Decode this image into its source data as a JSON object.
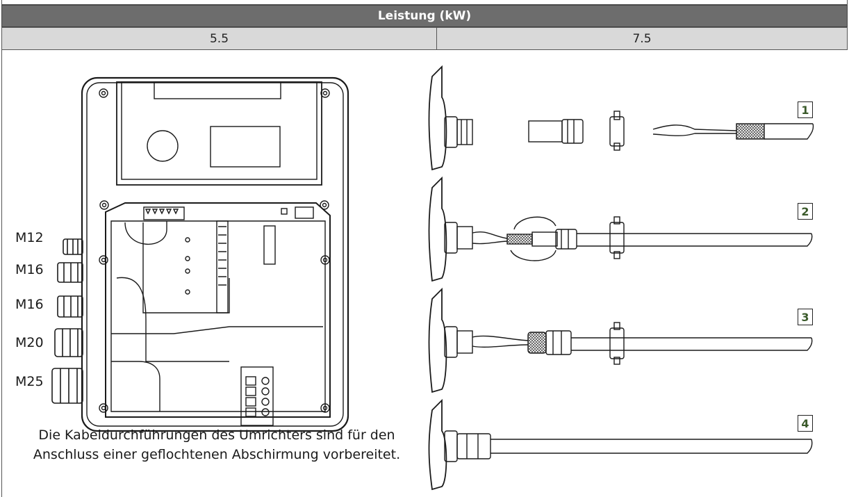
{
  "table": {
    "header": "Leistung (kW)",
    "col_left": "5.5",
    "col_right": "7.5"
  },
  "left_panel": {
    "gland_labels": [
      "M12",
      "M16",
      "M16",
      "M20",
      "M25"
    ],
    "caption_line1": "Die Kabeldurchführungen des Umrichters sind für den",
    "caption_line2": "Anschluss einer geflochtenen Abschirmung vorbereitet."
  },
  "right_panel": {
    "steps": [
      "1",
      "2",
      "3",
      "4"
    ]
  }
}
